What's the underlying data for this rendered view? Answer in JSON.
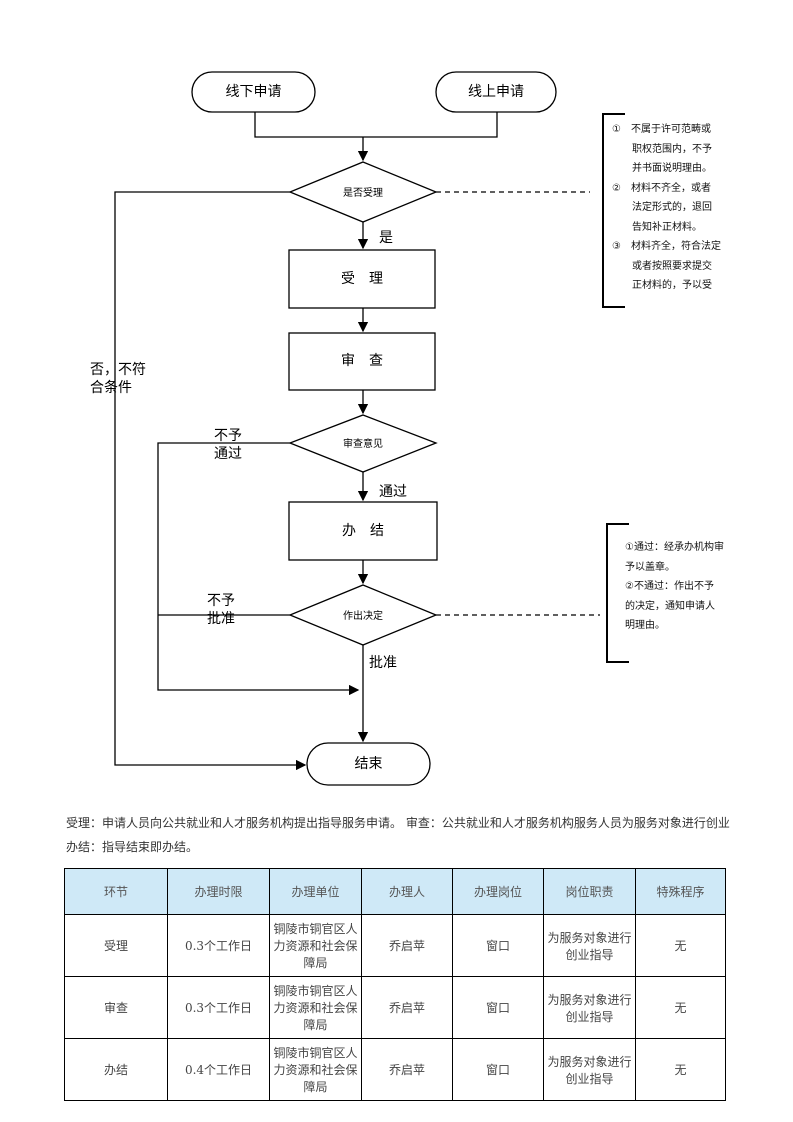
{
  "flowchart": {
    "offline": "线下申请",
    "online": "线上申请",
    "accept_q": "是否受理",
    "yes": "是",
    "accept": "受　理",
    "review": "审　查",
    "review_q": "审查意见",
    "pass": "通过",
    "finish": "办　结",
    "decide": "作出决定",
    "approve": "批准",
    "end": "结束",
    "no_reject": "否，不符合条件",
    "no_pass": "不予通过",
    "no_approve": "不予批准",
    "note1": [
      "①　不属于许可范畴或",
      "　　职权范围内，不予",
      "　　并书面说明理由。",
      "②　材料不齐全，或者",
      "　　法定形式的，退回",
      "　　告知补正材料。",
      "③　材料齐全，符合法定",
      "　　或者按照要求提交",
      "　　正材料的，予以受"
    ],
    "note2": [
      "①通过：经承办机构审",
      "予以盖章。",
      "②不通过：作出不予",
      "的决定，通知申请人",
      "明理由。"
    ]
  },
  "description": [
    "受理：申请人员向公共就业和人才服务机构提出指导服务申请。 审查：公共就业和人才服务机构服务人员为服务对象进行创业",
    "办结：指导结束即办结。"
  ],
  "table": {
    "headers": [
      "环节",
      "办理时限",
      "办理单位",
      "办理人",
      "办理岗位",
      "岗位职责",
      "特殊程序"
    ],
    "rows": [
      [
        "受理",
        "0.3个工作日",
        "铜陵市铜官区人力资源和社会保障局",
        "乔启苹",
        "窗口",
        "为服务对象进行创业指导",
        "无"
      ],
      [
        "审查",
        "0.3个工作日",
        "铜陵市铜官区人力资源和社会保障局",
        "乔启苹",
        "窗口",
        "为服务对象进行创业指导",
        "无"
      ],
      [
        "办结",
        "0.4个工作日",
        "铜陵市铜官区人力资源和社会保障局",
        "乔启苹",
        "窗口",
        "为服务对象进行创业指导",
        "无"
      ]
    ]
  }
}
